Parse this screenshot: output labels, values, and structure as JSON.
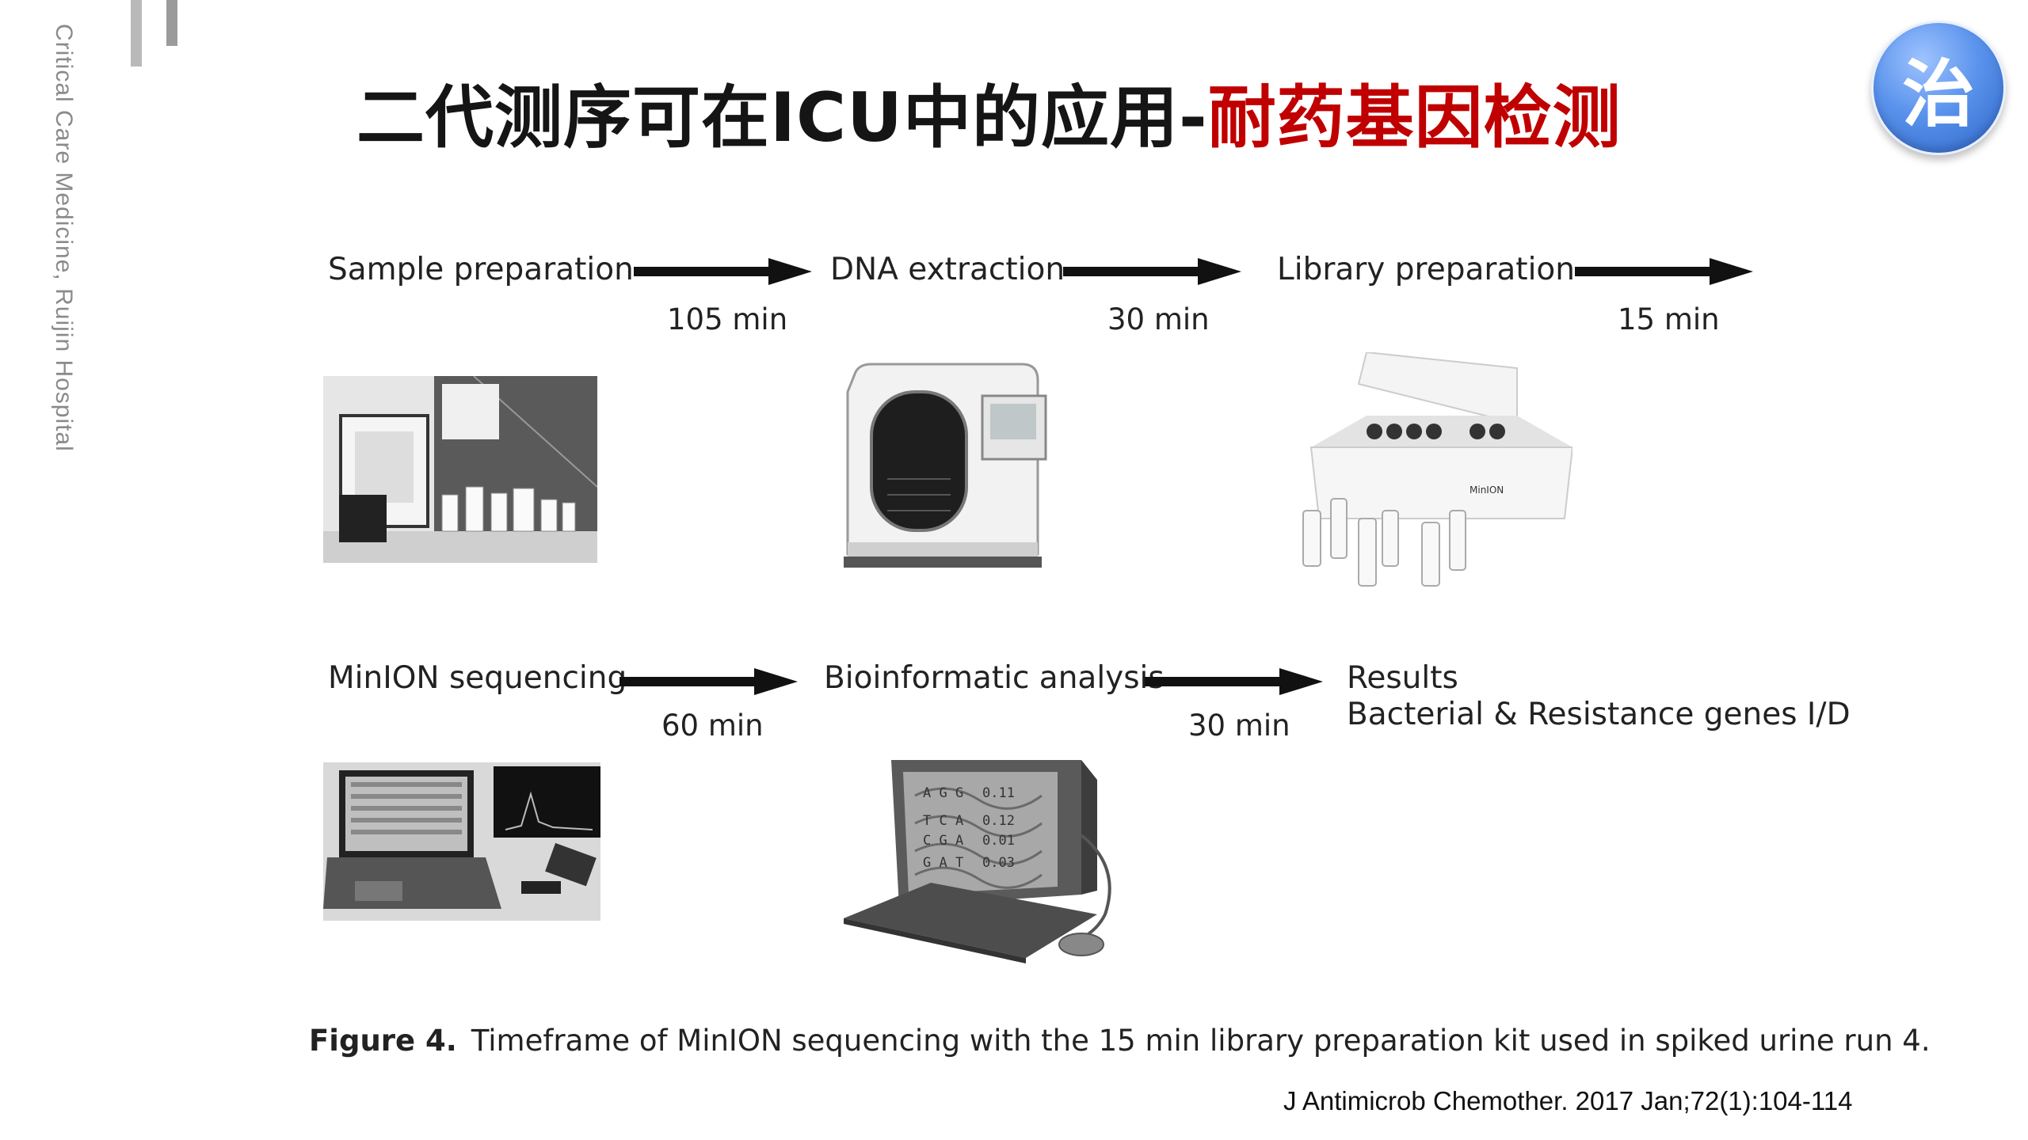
{
  "sidebar_text": "Critical Care Medicine, Ruijin Hospital",
  "title": {
    "main": "二代测序可在ICU中的应用-",
    "highlight": "耐药基因检测"
  },
  "badge": "治",
  "colors": {
    "title_highlight": "#c00000",
    "badge": "#4f86e0",
    "arrow": "#111111"
  },
  "steps": [
    {
      "label": "Sample preparation",
      "time": "105 min"
    },
    {
      "label": "DNA extraction",
      "time": "30 min"
    },
    {
      "label": "Library preparation",
      "time": "15 min"
    },
    {
      "label": "MinION sequencing",
      "time": "60 min"
    },
    {
      "label": "Bioinformatic analysis",
      "time": "30 min"
    },
    {
      "label": "Results",
      "sublabel": "Bacterial & Resistance genes I/D"
    }
  ],
  "figure": {
    "label": "Figure 4.",
    "caption": "Timeframe of MinION sequencing with the 15 min library preparation kit used in spiked urine run 4."
  },
  "citation": "J Antimicrob Chemother. 2017 Jan;72(1):104-114",
  "screen_text": {
    "rows": [
      {
        "seq": "A G G",
        "val": "0.11"
      },
      {
        "seq": "T C A",
        "val": "0.12"
      },
      {
        "seq": "C G A",
        "val": "0.01"
      },
      {
        "seq": "G A T",
        "val": "0.03"
      }
    ]
  },
  "kit_brand": "MinION"
}
